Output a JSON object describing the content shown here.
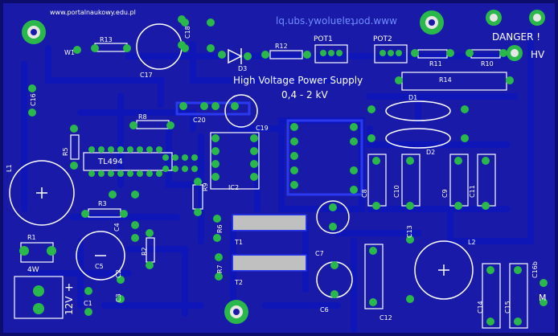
{
  "colors": {
    "board": "#1a1aa8",
    "board_edge": "#0d0d6e",
    "trace": "#141ec8",
    "trace_hi": "#2a3af0",
    "pad": "#2bb84a",
    "silk": "#ffffff",
    "mirror_text": "#6f8cff"
  },
  "labels": {
    "website": "www.portalnaukowy.edu.pl",
    "mirrored_url": "lq.ubs.ywoluɐlɐʇɹod.www",
    "title": "High Voltage Power Supply",
    "subtitle": "0,4 - 2 kV",
    "danger": "DANGER !",
    "hv": "HV",
    "input_voltage": "12V",
    "plus": "+",
    "ic_tl494": "TL494",
    "pot1": "POT1",
    "pot2": "POT2",
    "power_rating": "4W",
    "m": "M"
  },
  "components": [
    {
      "ref": "R13"
    },
    {
      "ref": "R12"
    },
    {
      "ref": "R11"
    },
    {
      "ref": "R10"
    },
    {
      "ref": "R14"
    },
    {
      "ref": "C18"
    },
    {
      "ref": "C17"
    },
    {
      "ref": "C16"
    },
    {
      "ref": "C20"
    },
    {
      "ref": "C19"
    },
    {
      "ref": "D3"
    },
    {
      "ref": "D1"
    },
    {
      "ref": "D2"
    },
    {
      "ref": "W1"
    },
    {
      "ref": "R8"
    },
    {
      "ref": "R5"
    },
    {
      "ref": "R3"
    },
    {
      "ref": "R2"
    },
    {
      "ref": "R1"
    },
    {
      "ref": "C4"
    },
    {
      "ref": "C2"
    },
    {
      "ref": "C3"
    },
    {
      "ref": "C1"
    },
    {
      "ref": "C5"
    },
    {
      "ref": "IC2"
    },
    {
      "ref": "R9"
    },
    {
      "ref": "R6"
    },
    {
      "ref": "R7"
    },
    {
      "ref": "L1"
    },
    {
      "ref": "T1"
    },
    {
      "ref": "T2"
    },
    {
      "ref": "C7"
    },
    {
      "ref": "C6"
    },
    {
      "ref": "C13"
    },
    {
      "ref": "C8"
    },
    {
      "ref": "C10"
    },
    {
      "ref": "C9"
    },
    {
      "ref": "C11"
    },
    {
      "ref": "L2"
    },
    {
      "ref": "C12"
    },
    {
      "ref": "C14"
    },
    {
      "ref": "C15"
    },
    {
      "ref": "C16b"
    }
  ]
}
